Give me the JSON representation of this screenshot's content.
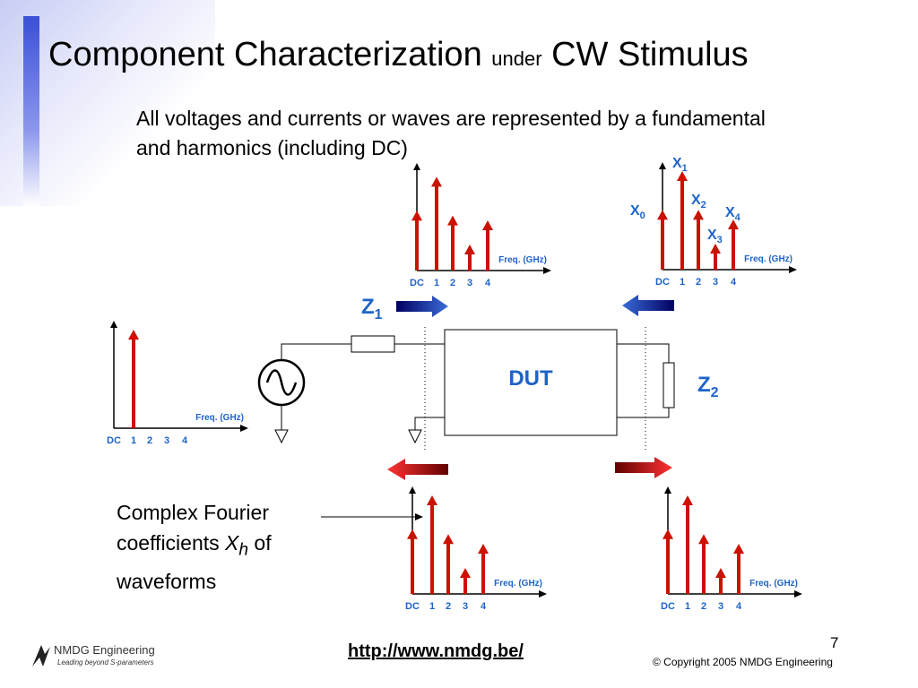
{
  "slide": {
    "title_main": "Component Characterization",
    "title_under": "under",
    "title_end": "CW Stimulus",
    "subtitle": "All voltages and currents or waves are represented by a fundamental and harmonics (including DC)",
    "note_line1": "Complex Fourier",
    "note_line2a": "coefficients",
    "note_var": "X",
    "note_sub": "h",
    "note_line2b": "of",
    "note_line3": "waveforms",
    "url": "http://www.nmdg.be/",
    "page_number": "7",
    "copyright": "© Copyright 2005 NMDG Engineering",
    "logo_name": "NMDG Engineering",
    "logo_tagline": "Leading beyond S-parameters"
  },
  "diagram": {
    "dut_label": "DUT",
    "z1": {
      "base": "Z",
      "sub": "1"
    },
    "z2": {
      "base": "Z",
      "sub": "2"
    },
    "x_labels": [
      {
        "base": "X",
        "sub": "0"
      },
      {
        "base": "X",
        "sub": "1"
      },
      {
        "base": "X",
        "sub": "2"
      },
      {
        "base": "X",
        "sub": "3"
      },
      {
        "base": "X",
        "sub": "4"
      }
    ]
  },
  "spectra": {
    "axis_label": "Freq. (GHz)",
    "tick_labels": [
      "DC",
      "1",
      "2",
      "3",
      "4"
    ],
    "colors": {
      "bar": "#cc1100",
      "label": "#1e64c8"
    },
    "plots": [
      {
        "id": "source",
        "levels": [
          0,
          1,
          0,
          0,
          0
        ]
      },
      {
        "id": "incident-port1",
        "levels": [
          0.6,
          0.95,
          0.55,
          0.25,
          0.5
        ]
      },
      {
        "id": "incident-port2",
        "levels": [
          0.6,
          1.0,
          0.6,
          0.25,
          0.5
        ]
      },
      {
        "id": "scattered-port1",
        "levels": [
          0.65,
          1.0,
          0.6,
          0.25,
          0.5
        ]
      },
      {
        "id": "scattered-port2",
        "levels": [
          0.65,
          1.0,
          0.6,
          0.25,
          0.5
        ]
      }
    ]
  }
}
